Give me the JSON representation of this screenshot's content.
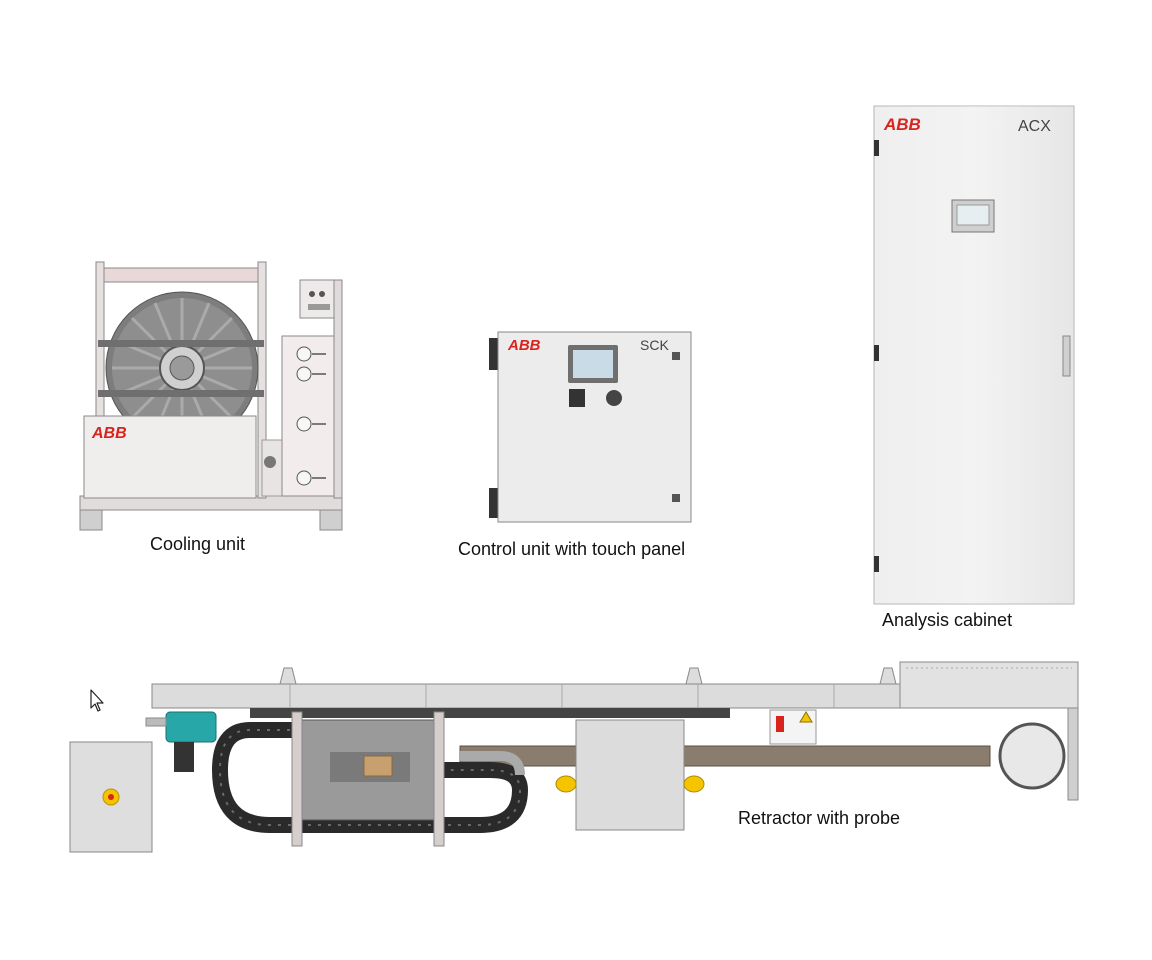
{
  "brand": "ABB",
  "colors": {
    "brand_red": "#d9231d",
    "panel_grey": "#e3e3e3",
    "frame_grey": "#8a8a8a",
    "chain_dark": "#2a2a2a",
    "teal": "#27a7a7",
    "warning_yellow": "#f5c400"
  },
  "components": {
    "cooling_unit": {
      "label": "Cooling unit"
    },
    "control_unit": {
      "label": "Control unit with touch panel",
      "model": "SCK"
    },
    "analysis_cabinet": {
      "label": "Analysis cabinet",
      "model": "ACX"
    },
    "retractor": {
      "label": "Retractor with probe"
    }
  },
  "cursor": {
    "icon": "arrow-cursor-icon"
  }
}
